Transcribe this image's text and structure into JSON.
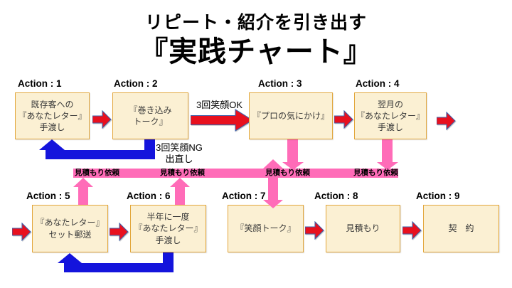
{
  "slide": {
    "title_line1": "リピート・紹介を引き出す",
    "title_line2": "『実践チャート』"
  },
  "actions": [
    {
      "label": "Action : 1",
      "text": "既存客への\n『あなたレター』\n手渡し"
    },
    {
      "label": "Action : 2",
      "text": "『巻き込み\nトーク』"
    },
    {
      "label": "Action : 3",
      "text": "『プロの気にかけ』"
    },
    {
      "label": "Action : 4",
      "text": "翌月の\n『あなたレター』\n手渡し"
    },
    {
      "label": "Action : 5",
      "text": "『あなたレター』\nセット郵送"
    },
    {
      "label": "Action : 6",
      "text": "半年に一度\n『あなたレター』\n手渡し"
    },
    {
      "label": "Action : 7",
      "text": "『笑顔トーク』"
    },
    {
      "label": "Action : 8",
      "text": "見積もり"
    },
    {
      "label": "Action : 9",
      "text": "契　約"
    }
  ],
  "annotations": {
    "smile_ok": "3回笑顔OK",
    "smile_ng": "3回笑顔NG",
    "redo": "出直し",
    "estimate_request": "見積もり依頼"
  },
  "colors": {
    "background": "#FFFFFF",
    "box_fill": "#FBF0D3",
    "box_border": "#E2A63B",
    "arrow_red": "#E8101E",
    "arrow_red_outline": "#4060A8",
    "arrow_blue": "#1414DC",
    "arrow_pink": "#FF6CB8",
    "text": "#000000"
  }
}
